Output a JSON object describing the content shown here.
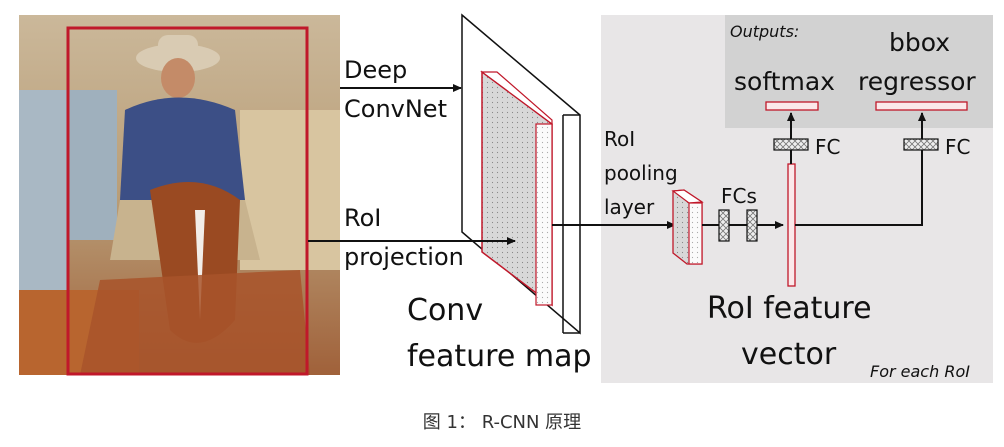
{
  "figure": {
    "caption": "图 1： R-CNN 原理",
    "image_subject": "cowboy riding a horse with a red bounding-box region of interest",
    "labels": {
      "deep_convnet_line1": "Deep",
      "deep_convnet_line2": "ConvNet",
      "roi_projection_line1": "RoI",
      "roi_projection_line2": "projection",
      "conv_feature_map_line1": "Conv",
      "conv_feature_map_line2": "feature map",
      "roi_pooling_line1": "RoI",
      "roi_pooling_line2": "pooling",
      "roi_pooling_line3": "layer",
      "fcs": "FCs",
      "fc_softmax": "FC",
      "fc_bbox": "FC",
      "outputs": "Outputs:",
      "softmax": "softmax",
      "bbox_line1": "bbox",
      "bbox_line2": "regressor",
      "roi_feature_vector_line1": "RoI feature",
      "roi_feature_vector_line2": "vector",
      "for_each_roi": "For each RoI"
    },
    "colors": {
      "roi_red": "#c0182a",
      "panel_gray": "#e8e6e7",
      "outputs_gray": "#d2d2d2",
      "line": "#111111"
    }
  }
}
